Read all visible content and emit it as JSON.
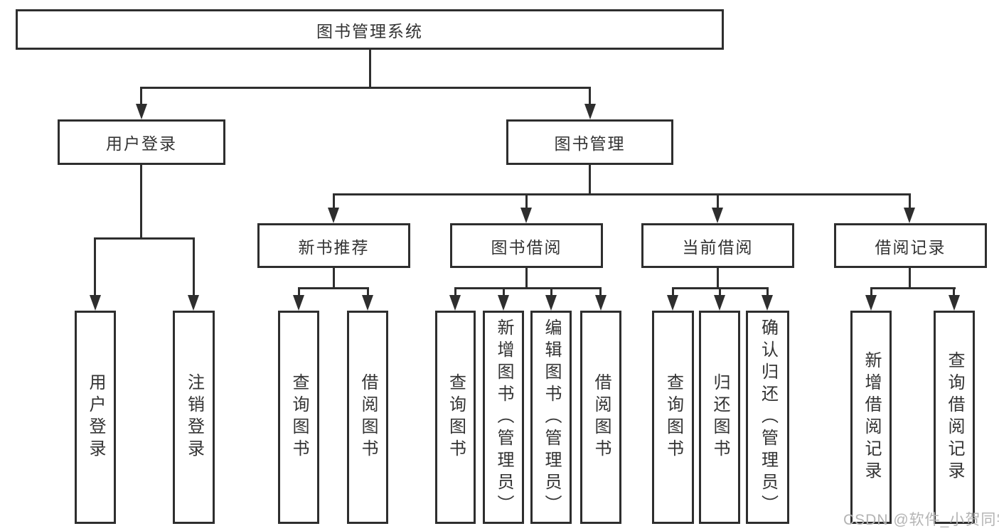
{
  "diagram": {
    "root_label": "图书管理系统",
    "branches": [
      {
        "label": "用户登录",
        "children": [
          {
            "label": "用户登录"
          },
          {
            "label": "注销登录"
          }
        ]
      },
      {
        "label": "图书管理",
        "children": [
          {
            "label": "新书推荐",
            "children": [
              {
                "label": "查询图书"
              },
              {
                "label": "借阅图书"
              }
            ]
          },
          {
            "label": "图书借阅",
            "children": [
              {
                "label": "查询图书"
              },
              {
                "label": "新增图书（管理员）"
              },
              {
                "label": "编辑图书（管理员）"
              },
              {
                "label": "借阅图书"
              }
            ]
          },
          {
            "label": "当前借阅",
            "children": [
              {
                "label": "查询图书"
              },
              {
                "label": "归还图书"
              },
              {
                "label": "确认归还（管理员）"
              }
            ]
          },
          {
            "label": "借阅记录",
            "children": [
              {
                "label": "新增借阅记录"
              },
              {
                "label": "查询借阅记录"
              }
            ]
          }
        ]
      }
    ]
  },
  "watermark": "CSDN @软件_小贺同学",
  "colors": {
    "line": "#2e2e2e",
    "text": "#333333",
    "watermark": "#b4b4b4",
    "background": "#ffffff"
  }
}
